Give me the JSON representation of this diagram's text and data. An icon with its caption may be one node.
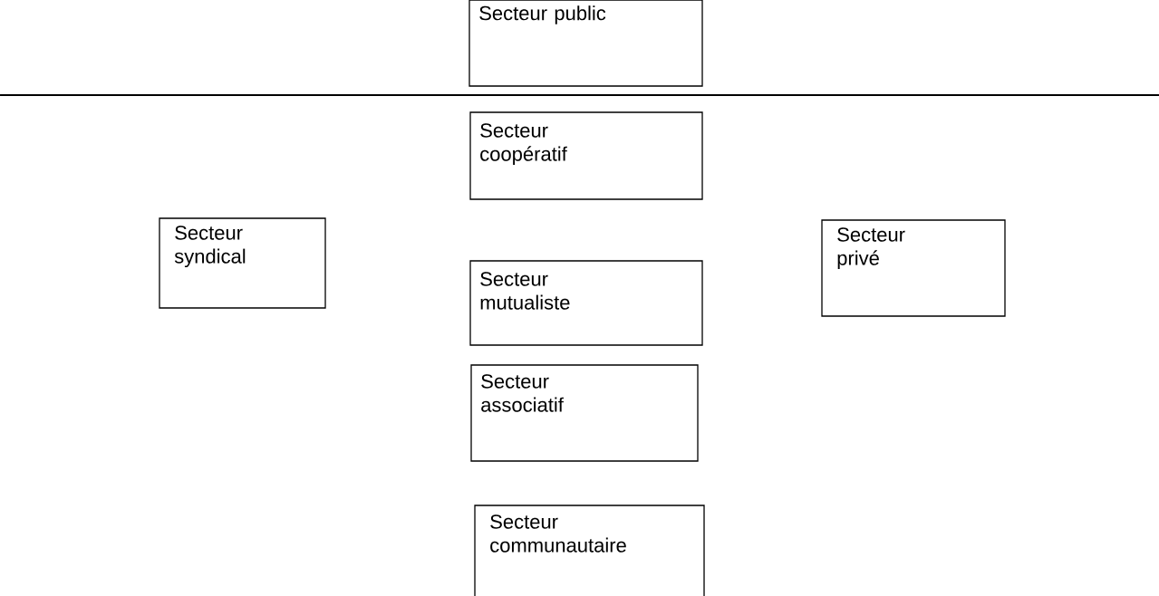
{
  "diagram": {
    "nodes": [
      {
        "text": [
          "Secteur public"
        ]
      },
      {
        "text": [
          "Secteur coopératif"
        ]
      },
      {
        "text": [
          "Secteur syndical"
        ]
      },
      {
        "text": [
          "Secteur mutualiste"
        ]
      },
      {
        "text": [
          "Secteur associatif"
        ]
      },
      {
        "text": [
          "Secteur privé"
        ]
      },
      {
        "text": [
          "Secteur communautaire"
        ]
      }
    ]
  }
}
